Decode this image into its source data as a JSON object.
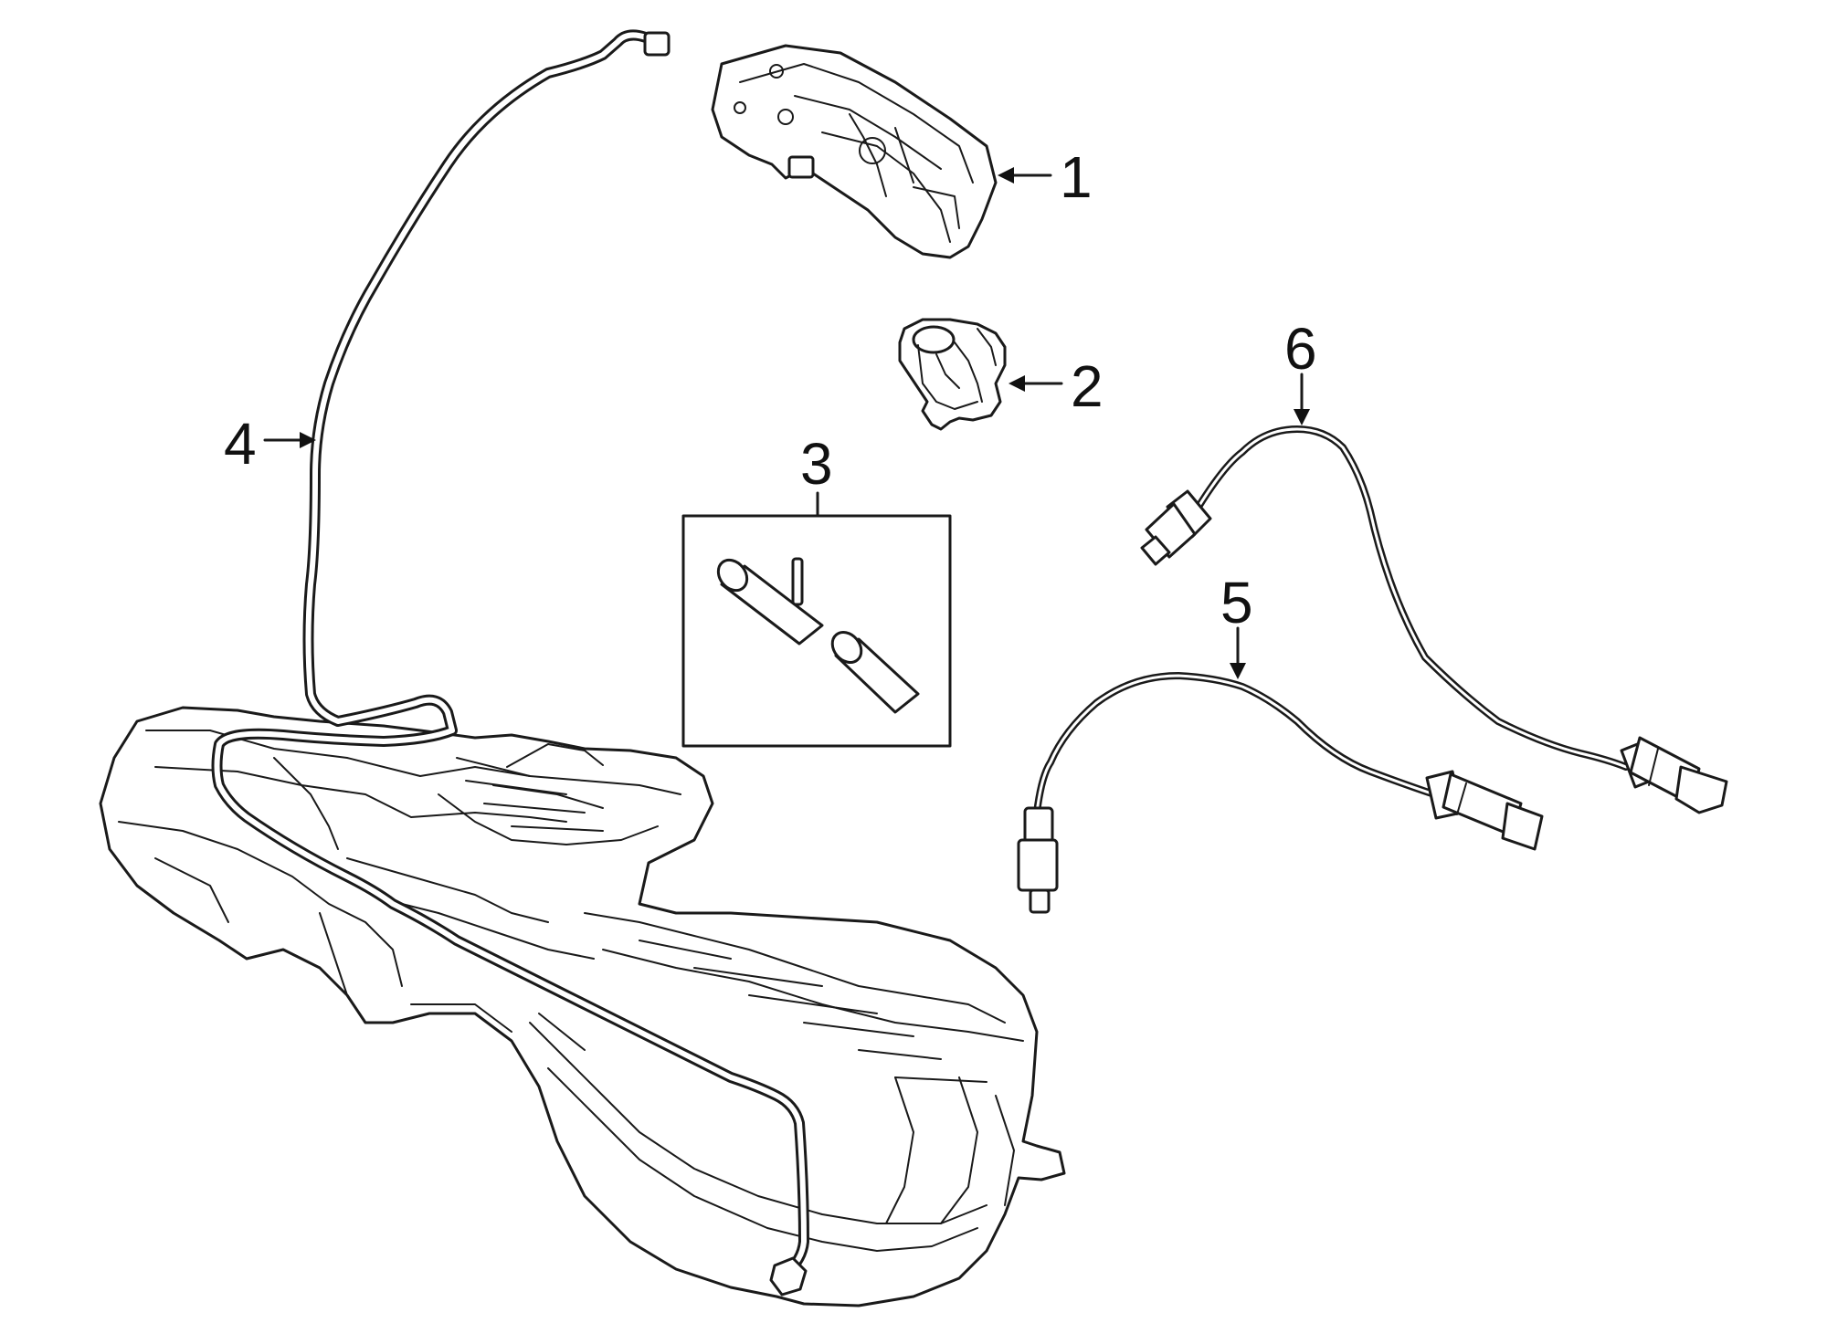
{
  "diagram": {
    "callouts": [
      {
        "id": "1",
        "label": "1"
      },
      {
        "id": "2",
        "label": "2"
      },
      {
        "id": "3",
        "label": "3"
      },
      {
        "id": "4",
        "label": "4"
      },
      {
        "id": "5",
        "label": "5"
      },
      {
        "id": "6",
        "label": "6"
      }
    ],
    "colors": {
      "line": "#1a1a1a",
      "background": "#ffffff"
    }
  }
}
